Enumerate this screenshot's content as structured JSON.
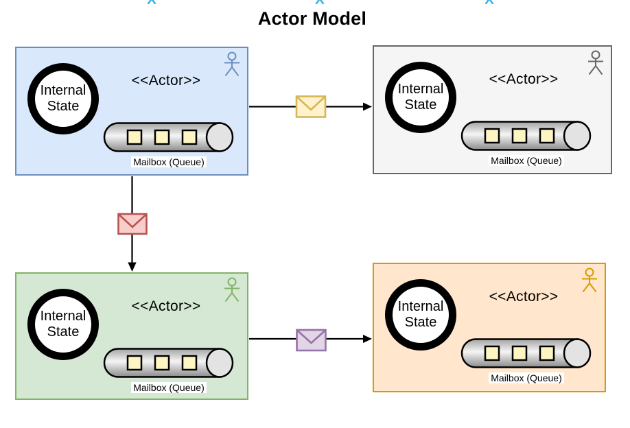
{
  "title": "Actor Model",
  "actors": [
    {
      "position": "top-left",
      "theme": "blue",
      "fill": "#dae8fc",
      "stroke": "#6c8ebf",
      "figure_color": "#6c8ebf",
      "stereotype": "<<Actor>>",
      "state_line1": "Internal",
      "state_line2": "State",
      "mailbox_label": "Mailbox (Queue)"
    },
    {
      "position": "top-right",
      "theme": "gray",
      "fill": "#f5f5f5",
      "stroke": "#666666",
      "figure_color": "#666666",
      "stereotype": "<<Actor>>",
      "state_line1": "Internal",
      "state_line2": "State",
      "mailbox_label": "Mailbox (Queue)"
    },
    {
      "position": "bottom-left",
      "theme": "green",
      "fill": "#d5e8d4",
      "stroke": "#82b366",
      "figure_color": "#82b366",
      "stereotype": "<<Actor>>",
      "state_line1": "Internal",
      "state_line2": "State",
      "mailbox_label": "Mailbox (Queue)"
    },
    {
      "position": "bottom-right",
      "theme": "orange",
      "fill": "#ffe6cc",
      "stroke": "#d79b00",
      "figure_color": "#d79b00",
      "stereotype": "<<Actor>>",
      "state_line1": "Internal",
      "state_line2": "State",
      "mailbox_label": "Mailbox (Queue)"
    }
  ],
  "messages": [
    {
      "from": "top-left",
      "to": "top-right",
      "fill": "#fff2cc",
      "stroke": "#d6b656"
    },
    {
      "from": "top-left",
      "to": "bottom-left",
      "fill": "#f8cecc",
      "stroke": "#b85450"
    },
    {
      "from": "bottom-left",
      "to": "bottom-right",
      "fill": "#e1d5e7",
      "stroke": "#9673a6"
    }
  ],
  "mailbox_slot_fill": "#fdf6c3",
  "clipped_glyphs": {
    "color": "#38b3ea"
  }
}
